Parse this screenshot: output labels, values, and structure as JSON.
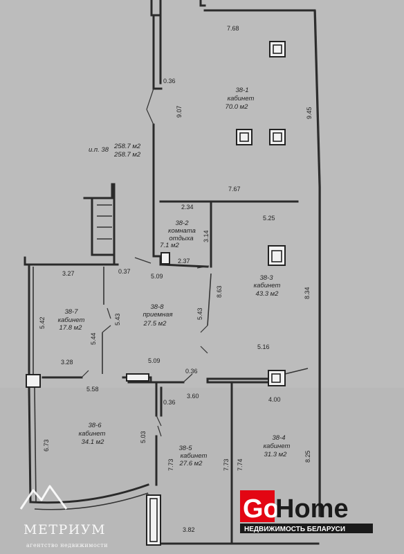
{
  "plan": {
    "total_label": "и.п. 38",
    "total_area_1": "258.7 м2",
    "total_area_2": "258.7 м2",
    "rooms": [
      {
        "id": "38-1",
        "name": "кабинет",
        "area": "70.0 м2"
      },
      {
        "id": "38-2",
        "name": "комната",
        "name2": "отдыха",
        "area": "7.1 м2"
      },
      {
        "id": "38-3",
        "name": "кабинет",
        "area": "43.3 м2"
      },
      {
        "id": "38-4",
        "name": "кабинет",
        "area": "31.3 м2"
      },
      {
        "id": "38-5",
        "name": "кабинет",
        "area": "27.6 м2"
      },
      {
        "id": "38-6",
        "name": "кабинет",
        "area": "34.1 м2"
      },
      {
        "id": "38-7",
        "name": "кабинет",
        "area": "17.8 м2"
      },
      {
        "id": "38-8",
        "name": "приемная",
        "area": "27.5 м2"
      }
    ],
    "dimensions": [
      "7.68",
      "0.36",
      "9.07",
      "9.45",
      "7.67",
      "2.34",
      "5.25",
      "3.14",
      "2.37",
      "0.37",
      "3.27",
      "5.09",
      "8.63",
      "8.34",
      "5.43",
      "5.42",
      "5.43",
      "5.44",
      "5.16",
      "3.28",
      "5.09",
      "0.36",
      "5.58",
      "0.36",
      "3.60",
      "4.00",
      "6.73",
      "5.03",
      "7.73",
      "7.73",
      "7.74",
      "8.25",
      "3.82"
    ]
  },
  "watermarks": {
    "metrium_name": "МЕТРИУМ",
    "metrium_sub": "агентство недвижимости",
    "gohome_go": "Go",
    "gohome_home": "Home",
    "gohome_sub": "НЕДВИЖИМОСТЬ БЕЛАРУСИ",
    "colors": {
      "go_red": "#e30613",
      "dark": "#1a1a1a"
    }
  }
}
